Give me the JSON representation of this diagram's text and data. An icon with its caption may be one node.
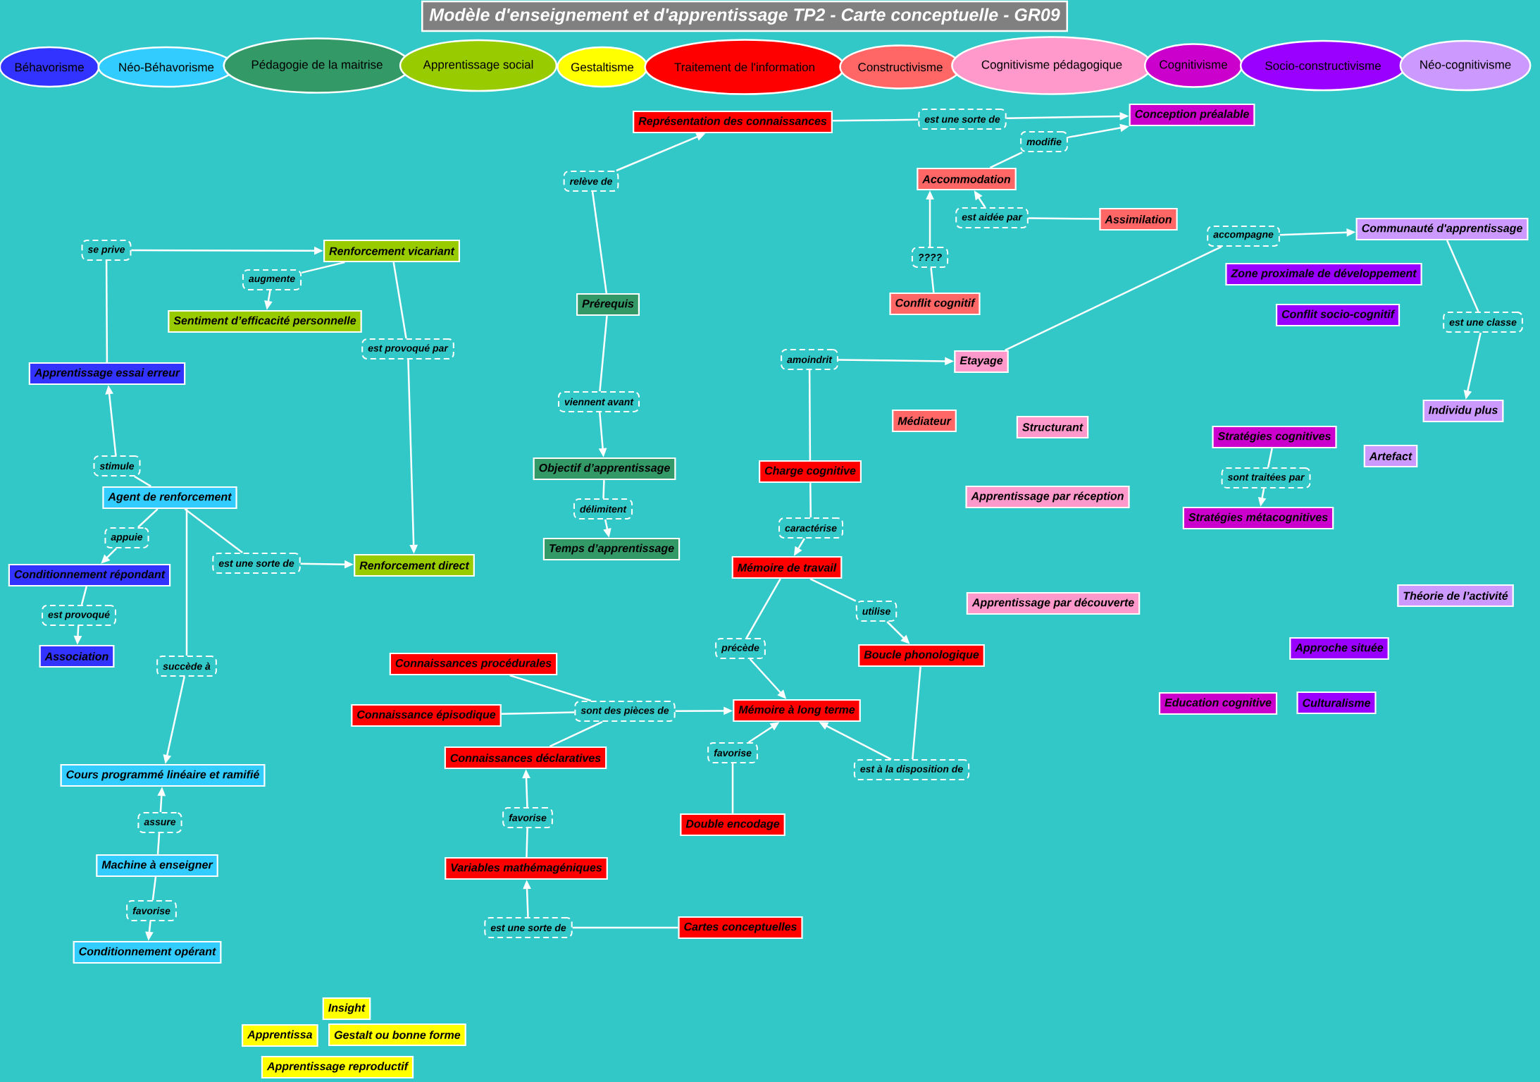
{
  "diagram": {
    "title": "Modèle d'enseignement et d'apprentissage TP2 - Carte conceptuelle - GR09",
    "nodes": [
      {
        "text": [
          "Représentation des connaissances"
        ]
      },
      {
        "text": [
          "est une sorte de"
        ]
      },
      {
        "text": [
          "Conception préalable"
        ]
      },
      {
        "text": [
          "modifie"
        ]
      },
      {
        "text": [
          "Accommodation"
        ]
      },
      {
        "text": [
          "relève de"
        ]
      },
      {
        "text": [
          "est aidée par"
        ]
      },
      {
        "text": [
          "Assimilation"
        ]
      },
      {
        "text": [
          "accompagne"
        ]
      },
      {
        "text": [
          "Communauté d'apprentissage"
        ]
      },
      {
        "text": [
          "se prive"
        ]
      },
      {
        "text": [
          "Renforcement vicariant"
        ]
      },
      {
        "text": [
          "????"
        ]
      },
      {
        "text": [
          "Zone proximale de développement"
        ]
      },
      {
        "text": [
          "augmente"
        ]
      },
      {
        "text": [
          "Conflit cognitif"
        ]
      },
      {
        "text": [
          "Prérequis"
        ]
      },
      {
        "text": [
          "Conflit socio-cognitif"
        ]
      },
      {
        "text": [
          "Sentiment d’efficacité personnelle"
        ]
      },
      {
        "text": [
          "est une classe"
        ]
      },
      {
        "text": [
          "est provoqué par"
        ]
      },
      {
        "text": [
          "amoindrit"
        ]
      },
      {
        "text": [
          "Etayage"
        ]
      },
      {
        "text": [
          "Apprentissage essai erreur"
        ]
      },
      {
        "text": [
          "viennent avant"
        ]
      },
      {
        "text": [
          "Individu plus"
        ]
      },
      {
        "text": [
          "Médiateur"
        ]
      },
      {
        "text": [
          "Structurant"
        ]
      },
      {
        "text": [
          "Stratégies cognitives"
        ]
      },
      {
        "text": [
          "Artefact"
        ]
      },
      {
        "text": [
          "stimule"
        ]
      },
      {
        "text": [
          "Objectif d’apprentissage"
        ]
      },
      {
        "text": [
          "Charge cognitive"
        ]
      },
      {
        "text": [
          "sont traitées par"
        ]
      },
      {
        "text": [
          "Apprentissage par réception"
        ]
      },
      {
        "text": [
          "Agent de renforcement"
        ]
      },
      {
        "text": [
          "délimitent"
        ]
      },
      {
        "text": [
          "Stratégies métacognitives"
        ]
      },
      {
        "text": [
          "caractérise"
        ]
      },
      {
        "text": [
          "appuie"
        ]
      },
      {
        "text": [
          "Temps d’apprentissage"
        ]
      },
      {
        "text": [
          "est une sorte de"
        ]
      },
      {
        "text": [
          "Renforcement direct"
        ]
      },
      {
        "text": [
          "Mémoire de travail"
        ]
      },
      {
        "text": [
          "Conditionnement répondant"
        ]
      },
      {
        "text": [
          "Théorie de l’activité"
        ]
      },
      {
        "text": [
          "Apprentissage par découverte"
        ]
      },
      {
        "text": [
          "utilise"
        ]
      },
      {
        "text": [
          "est provoqué"
        ]
      },
      {
        "text": [
          "précède"
        ]
      },
      {
        "text": [
          "Approche située"
        ]
      },
      {
        "text": [
          "Boucle phonologique"
        ]
      },
      {
        "text": [
          "Association"
        ]
      },
      {
        "text": [
          "Connaissances procédurales"
        ]
      },
      {
        "text": [
          "succède à"
        ]
      },
      {
        "text": [
          "Education cognitive"
        ]
      },
      {
        "text": [
          "Culturalisme"
        ]
      },
      {
        "text": [
          "Connaissance épisodique"
        ]
      },
      {
        "text": [
          "sont des pièces de"
        ]
      },
      {
        "text": [
          "Mémoire à long terme"
        ]
      },
      {
        "text": [
          "Connaissances déclaratives"
        ]
      },
      {
        "text": [
          "favorise"
        ]
      },
      {
        "text": [
          "est à la disposition de"
        ]
      },
      {
        "text": [
          "Cours programmé linéaire et ramifié"
        ]
      },
      {
        "text": [
          "favorise"
        ]
      },
      {
        "text": [
          "assure"
        ]
      },
      {
        "text": [
          "Double encodage"
        ]
      },
      {
        "text": [
          "Machine à enseigner"
        ]
      },
      {
        "text": [
          "Variables mathémagéniques"
        ]
      },
      {
        "text": [
          "favorise"
        ]
      },
      {
        "text": [
          "est une sorte de"
        ]
      },
      {
        "text": [
          "Cartes conceptuelles"
        ]
      },
      {
        "text": [
          "Conditionnement opérant"
        ]
      },
      {
        "text": [
          "Insight"
        ]
      },
      {
        "text": [
          "Apprentissa"
        ]
      },
      {
        "text": [
          "Gestalt ou bonne forme"
        ]
      },
      {
        "text": [
          "Apprentissage reproductif"
        ]
      }
    ],
    "edges": [
      {
        "from": 0,
        "to": 1,
        "arrow": "none"
      },
      {
        "from": 1,
        "to": 2,
        "arrow": "to"
      },
      {
        "from": 4,
        "to": 3,
        "arrow": "none"
      },
      {
        "from": 3,
        "to": 2,
        "arrow": "to"
      },
      {
        "from": 16,
        "to": 5,
        "arrow": "none"
      },
      {
        "from": 5,
        "to": 0,
        "arrow": "to"
      },
      {
        "from": 7,
        "to": 6,
        "arrow": "none"
      },
      {
        "from": 6,
        "to": 4,
        "arrow": "to"
      },
      {
        "from": 15,
        "to": 12,
        "arrow": "none"
      },
      {
        "from": 12,
        "to": 4,
        "arrow": "to"
      },
      {
        "from": 22,
        "to": 8,
        "arrow": "none"
      },
      {
        "from": 8,
        "to": 9,
        "arrow": "to"
      },
      {
        "from": 9,
        "to": 19,
        "arrow": "none"
      },
      {
        "from": 19,
        "to": 25,
        "arrow": "to"
      },
      {
        "from": 32,
        "to": 21,
        "arrow": "none"
      },
      {
        "from": 21,
        "to": 22,
        "arrow": "to"
      },
      {
        "from": 23,
        "to": 10,
        "arrow": "none"
      },
      {
        "from": 10,
        "to": 11,
        "arrow": "to"
      },
      {
        "from": 11,
        "to": 14,
        "arrow": "none"
      },
      {
        "from": 14,
        "to": 18,
        "arrow": "to"
      },
      {
        "from": 11,
        "to": 20,
        "arrow": "none"
      },
      {
        "from": 20,
        "to": 42,
        "arrow": "to"
      },
      {
        "from": 16,
        "to": 24,
        "arrow": "none"
      },
      {
        "from": 24,
        "to": 31,
        "arrow": "to"
      },
      {
        "from": 31,
        "to": 36,
        "arrow": "none"
      },
      {
        "from": 36,
        "to": 40,
        "arrow": "to"
      },
      {
        "from": 35,
        "to": 30,
        "arrow": "none"
      },
      {
        "from": 30,
        "to": 23,
        "arrow": "to"
      },
      {
        "from": 35,
        "to": 39,
        "arrow": "none"
      },
      {
        "from": 39,
        "to": 44,
        "arrow": "to"
      },
      {
        "from": 35,
        "to": 41,
        "arrow": "none"
      },
      {
        "from": 41,
        "to": 42,
        "arrow": "to"
      },
      {
        "from": 35,
        "to": 54,
        "arrow": "none"
      },
      {
        "from": 54,
        "to": 63,
        "arrow": "to"
      },
      {
        "from": 44,
        "to": 48,
        "arrow": "none"
      },
      {
        "from": 48,
        "to": 52,
        "arrow": "to"
      },
      {
        "from": 28,
        "to": 33,
        "arrow": "none"
      },
      {
        "from": 33,
        "to": 37,
        "arrow": "to"
      },
      {
        "from": 32,
        "to": 38,
        "arrow": "none"
      },
      {
        "from": 38,
        "to": 43,
        "arrow": "to"
      },
      {
        "from": 43,
        "to": 47,
        "arrow": "none"
      },
      {
        "from": 47,
        "to": 51,
        "arrow": "to"
      },
      {
        "from": 43,
        "to": 49,
        "arrow": "none"
      },
      {
        "from": 49,
        "to": 59,
        "arrow": "to"
      },
      {
        "from": 53,
        "to": 58,
        "arrow": "none"
      },
      {
        "from": 57,
        "to": 58,
        "arrow": "none"
      },
      {
        "from": 60,
        "to": 58,
        "arrow": "none"
      },
      {
        "from": 58,
        "to": 59,
        "arrow": "to"
      },
      {
        "from": 66,
        "to": 61,
        "arrow": "none"
      },
      {
        "from": 61,
        "to": 59,
        "arrow": "to"
      },
      {
        "from": 51,
        "to": 62,
        "arrow": "none"
      },
      {
        "from": 62,
        "to": 59,
        "arrow": "to"
      },
      {
        "from": 68,
        "to": 64,
        "arrow": "none"
      },
      {
        "from": 64,
        "to": 60,
        "arrow": "to"
      },
      {
        "from": 71,
        "to": 70,
        "arrow": "none"
      },
      {
        "from": 70,
        "to": 68,
        "arrow": "to"
      },
      {
        "from": 67,
        "to": 65,
        "arrow": "none"
      },
      {
        "from": 65,
        "to": 63,
        "arrow": "to"
      },
      {
        "from": 67,
        "to": 69,
        "arrow": "none"
      },
      {
        "from": 69,
        "to": 72,
        "arrow": "to"
      }
    ],
    "legend": [
      {
        "text": "Béhavorisme",
        "color": "#3333ff"
      },
      {
        "text": "Néo-Béhavorisme",
        "color": "#33ccff"
      },
      {
        "text": "Pédagogie de la maitrise",
        "color": "#339966"
      },
      {
        "text": "Apprentissage social",
        "color": "#99cc00"
      },
      {
        "text": "Gestaltisme",
        "color": "#ffff00"
      },
      {
        "text": "Traitement de l'information",
        "color": "#ff0000"
      },
      {
        "text": "Constructivisme",
        "color": "#ff6666"
      },
      {
        "text": "Cognitivisme pédagogique",
        "color": "#ff99cc"
      },
      {
        "text": "Cognitivisme",
        "color": "#cc00cc"
      },
      {
        "text": "Socio-constructivisme",
        "color": "#9900ff"
      },
      {
        "text": "Néo-cognitivisme",
        "color": "#cc99ff"
      }
    ]
  }
}
